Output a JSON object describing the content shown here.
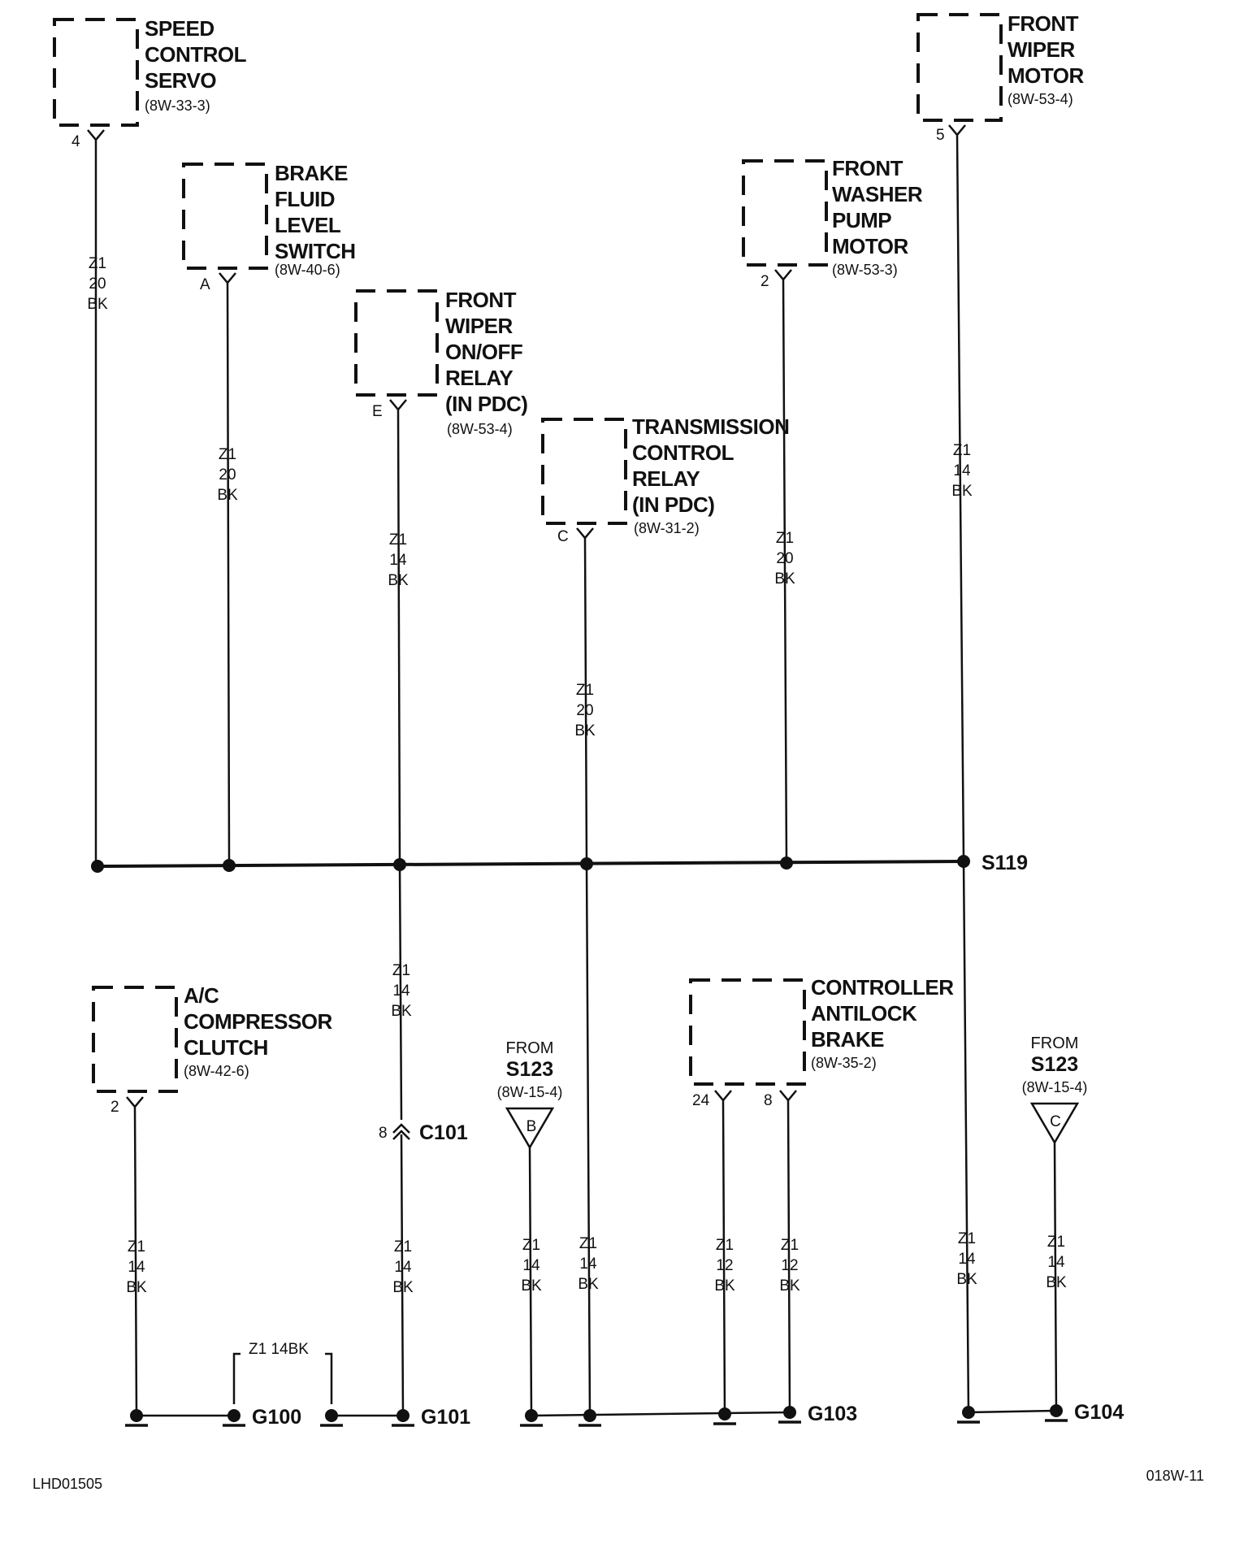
{
  "components": [
    {
      "id": "speed",
      "name": [
        "SPEED",
        "CONTROL",
        "SERVO"
      ],
      "ref": "(8W-33-3)",
      "pin": "4"
    },
    {
      "id": "brake",
      "name": [
        "BRAKE",
        "FLUID",
        "LEVEL",
        "SWITCH"
      ],
      "ref": "(8W-40-6)",
      "pin": "A"
    },
    {
      "id": "wiperrelay",
      "name": [
        "FRONT",
        "WIPER",
        "ON/OFF",
        "RELAY",
        "(IN PDC)"
      ],
      "ref": "(8W-53-4)",
      "pin": "E"
    },
    {
      "id": "trans",
      "name": [
        "TRANSMISSION",
        "CONTROL",
        "RELAY",
        "(IN PDC)"
      ],
      "ref": "(8W-31-2)",
      "pin": "C"
    },
    {
      "id": "washer",
      "name": [
        "FRONT",
        "WASHER",
        "PUMP",
        "MOTOR"
      ],
      "ref": "(8W-53-3)",
      "pin": "2"
    },
    {
      "id": "wipermotor",
      "name": [
        "FRONT",
        "WIPER",
        "MOTOR"
      ],
      "ref": "(8W-53-4)",
      "pin": "5"
    },
    {
      "id": "ac",
      "name": [
        "A/C",
        "COMPRESSOR",
        "CLUTCH"
      ],
      "ref": "(8W-42-6)",
      "pin": "2"
    },
    {
      "id": "abs",
      "name": [
        "CONTROLLER",
        "ANTILOCK",
        "BRAKE"
      ],
      "ref": "(8W-35-2)",
      "pins": [
        "24",
        "8"
      ]
    }
  ],
  "wires": [
    {
      "id": "w1",
      "lines": [
        "Z1",
        "20",
        "BK"
      ]
    },
    {
      "id": "w2",
      "lines": [
        "Z1",
        "20",
        "BK"
      ]
    },
    {
      "id": "w3",
      "lines": [
        "Z1",
        "14",
        "BK"
      ]
    },
    {
      "id": "w4",
      "lines": [
        "Z1",
        "20",
        "BK"
      ]
    },
    {
      "id": "w5",
      "lines": [
        "Z1",
        "20",
        "BK"
      ]
    },
    {
      "id": "w6",
      "lines": [
        "Z1",
        "14",
        "BK"
      ]
    },
    {
      "id": "w7",
      "lines": [
        "Z1",
        "14",
        "BK"
      ]
    },
    {
      "id": "w8",
      "lines": [
        "Z1",
        "14",
        "BK"
      ]
    },
    {
      "id": "w9",
      "lines": [
        "Z1",
        "14",
        "BK"
      ]
    },
    {
      "id": "w10",
      "lines": [
        "Z1",
        "14",
        "BK"
      ]
    },
    {
      "id": "w11",
      "lines": [
        "Z1",
        "14",
        "BK"
      ]
    },
    {
      "id": "w12",
      "lines": [
        "Z1",
        "12",
        "BK"
      ]
    },
    {
      "id": "w13",
      "lines": [
        "Z1",
        "12",
        "BK"
      ]
    },
    {
      "id": "w14",
      "lines": [
        "Z1",
        "14",
        "BK"
      ]
    },
    {
      "id": "w15",
      "lines": [
        "Z1",
        "14",
        "BK"
      ]
    }
  ],
  "splice": "S119",
  "connector": {
    "name": "C101",
    "pin": "8"
  },
  "from_connectors": [
    {
      "id": "b",
      "from": "FROM",
      "splice": "S123",
      "ref": "(8W-15-4)",
      "letter": "B"
    },
    {
      "id": "c",
      "from": "FROM",
      "splice": "S123",
      "ref": "(8W-15-4)",
      "letter": "C"
    }
  ],
  "jumper": {
    "label": "Z1  14BK"
  },
  "grounds": [
    "G100",
    "G101",
    "G103",
    "G104"
  ],
  "footer": {
    "left": "LHD01505",
    "right": "018W-11"
  }
}
